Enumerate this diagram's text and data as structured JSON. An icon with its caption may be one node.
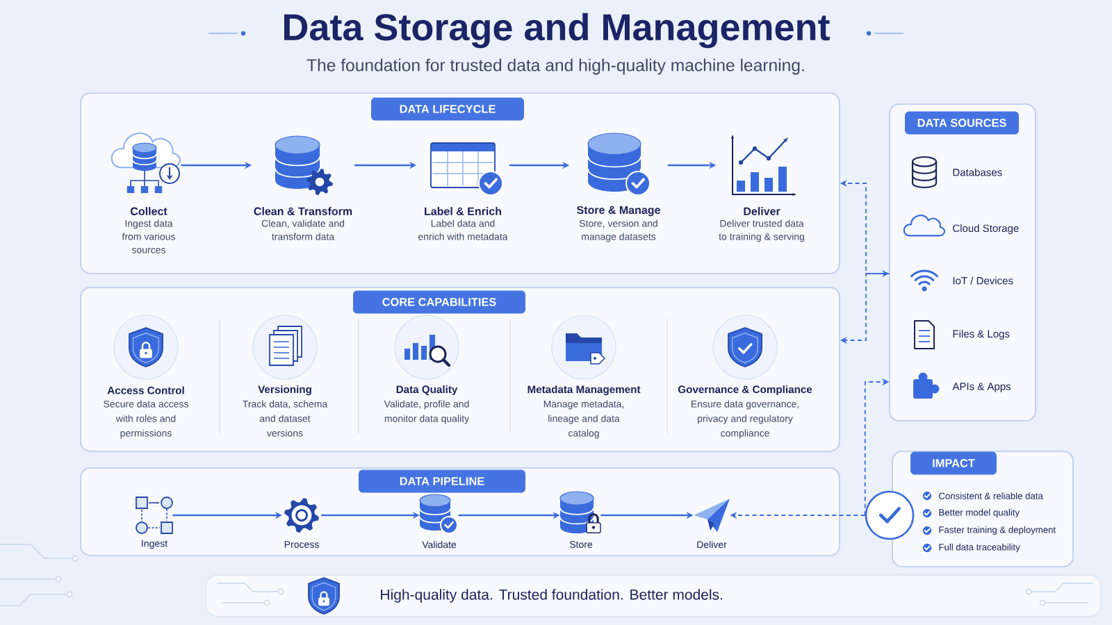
{
  "diagram": {
    "title": "Data Storage and Management",
    "nodes": [
      {
        "text": [
          "DATA LIFECYCLE"
        ]
      },
      {
        "text": [
          "Collect",
          "Ingest data from various sources"
        ],
        "in": 0
      },
      {
        "text": [
          "Clean & Transform",
          "Clean, validate and transform data"
        ],
        "in": 0
      },
      {
        "text": [
          "Label & Enrich",
          "Label data and enrich with metadata"
        ],
        "in": 0
      },
      {
        "text": [
          "Store & Manage",
          "Store, version and manage datasets"
        ],
        "in": 0
      },
      {
        "text": [
          "Deliver",
          "Deliver trusted data to training & serving"
        ],
        "in": 0
      },
      {
        "text": [
          "CORE CAPABILITIES"
        ]
      },
      {
        "text": [
          "Access Control",
          "Secure data access with roles and permissions"
        ],
        "in": 6
      },
      {
        "text": [
          "Versioning",
          "Track data, schema and dataset versions"
        ],
        "in": 6
      },
      {
        "text": [
          "Data Quality",
          "Validate, profile and monitor data quality"
        ],
        "in": 6
      },
      {
        "text": [
          "Metadata Management",
          "Manage metadata, lineage and data catalog"
        ],
        "in": 6
      },
      {
        "text": [
          "Governance & Compliance",
          "Ensure data governance, privacy and regulatory compliance"
        ],
        "in": 6
      },
      {
        "text": [
          "DATA PIPELINE"
        ]
      },
      {
        "text": [
          "Ingest"
        ],
        "in": 12
      },
      {
        "text": [
          "Process"
        ],
        "in": 12
      },
      {
        "text": [
          "Validate"
        ],
        "in": 12
      },
      {
        "text": [
          "Store"
        ],
        "in": 12
      },
      {
        "text": [
          "Deliver"
        ],
        "in": 12
      },
      {
        "text": [
          "High-quality data. Trusted foundation. Better models."
        ]
      },
      {
        "text": [
          "DATA SOURCES"
        ]
      },
      {
        "text": [
          "Databases"
        ],
        "in": 19
      },
      {
        "text": [
          "Cloud Storage"
        ],
        "in": 19
      },
      {
        "text": [
          "IoT / Devices"
        ],
        "in": 19
      },
      {
        "text": [
          "Files & Logs"
        ],
        "in": 19
      },
      {
        "text": [
          "APIs & Apps"
        ],
        "in": 19
      },
      {
        "text": [
          "IMPACT",
          "Consistent & reliable data",
          "Better model quality",
          "Faster training & deployment",
          "Full data traceability"
        ]
      },
      {
        "text": [],
        "shape": "circle"
      }
    ],
    "edges": [
      {
        "from": 1,
        "to": 2,
        "arrow": "to"
      },
      {
        "from": 2,
        "to": 3,
        "arrow": "to"
      },
      {
        "from": 3,
        "to": 4,
        "arrow": "to"
      },
      {
        "from": 4,
        "to": 5,
        "arrow": "to"
      },
      {
        "from": 13,
        "to": 14,
        "arrow": "to"
      },
      {
        "from": 14,
        "to": 15,
        "arrow": "to"
      },
      {
        "from": 15,
        "to": 16,
        "arrow": "to"
      },
      {
        "from": 16,
        "to": 17,
        "arrow": "to"
      },
      {
        "from": 19,
        "to": 0,
        "arrow": "both",
        "style": "dashed"
      },
      {
        "from": 19,
        "to": 6,
        "arrow": "to",
        "style": "dashed"
      },
      {
        "from": 26,
        "to": 19,
        "arrow": "to",
        "style": "dashed"
      },
      {
        "from": 26,
        "to": 17,
        "arrow": "to",
        "style": "dashed"
      }
    ],
    "labels": [
      "The foundation for trusted data and high-quality machine learning."
    ]
  }
}
